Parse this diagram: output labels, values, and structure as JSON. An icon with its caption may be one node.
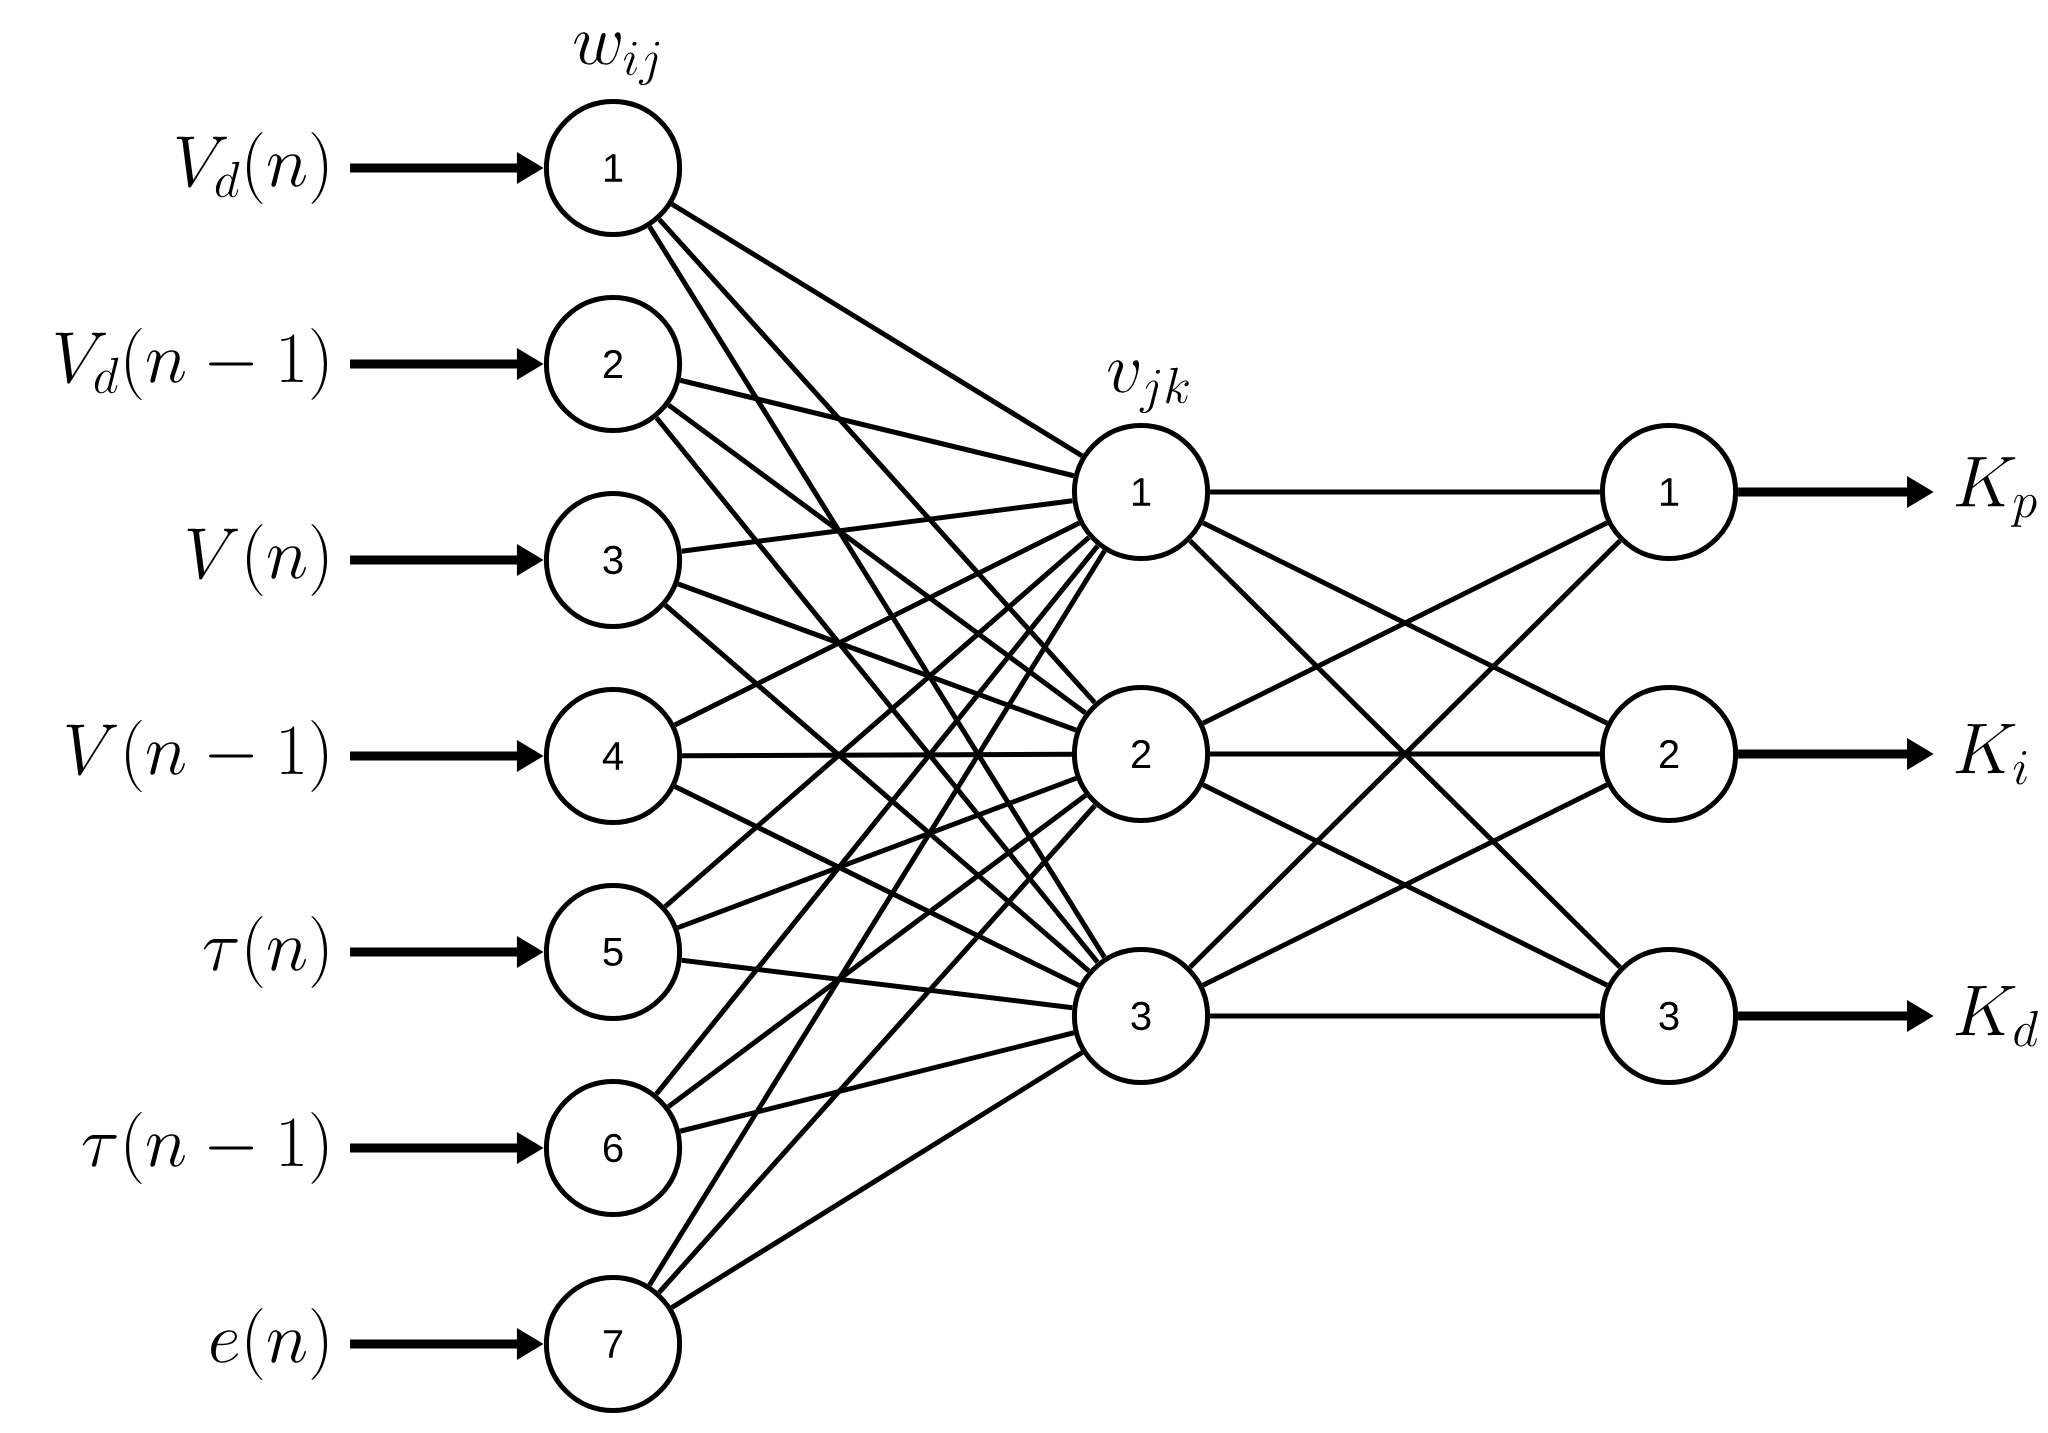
{
  "diagram": {
    "nodes": [
      {
        "text": [
          "V_d(n)"
        ]
      },
      {
        "text": [
          "V_d(n-1)"
        ]
      },
      {
        "text": [
          "V(n)"
        ]
      },
      {
        "text": [
          "V(n-1)"
        ]
      },
      {
        "text": [
          "\\tau(n)"
        ]
      },
      {
        "text": [
          "\\tau(n-1)"
        ]
      },
      {
        "text": [
          "e(n)"
        ]
      },
      {
        "text": [
          "1"
        ]
      },
      {
        "text": [
          "2"
        ]
      },
      {
        "text": [
          "3"
        ]
      },
      {
        "text": [
          "4"
        ]
      },
      {
        "text": [
          "5"
        ]
      },
      {
        "text": [
          "6"
        ]
      },
      {
        "text": [
          "7"
        ]
      },
      {
        "text": [
          "1"
        ]
      },
      {
        "text": [
          "2"
        ]
      },
      {
        "text": [
          "3"
        ]
      },
      {
        "text": [
          "1"
        ]
      },
      {
        "text": [
          "2"
        ]
      },
      {
        "text": [
          "3"
        ]
      },
      {
        "text": [
          "K_p"
        ]
      },
      {
        "text": [
          "K_i"
        ]
      },
      {
        "text": [
          "K_d"
        ]
      }
    ],
    "edges": [
      {
        "from": 0,
        "to": 7,
        "arrow": "to",
        "style": "thick"
      },
      {
        "from": 1,
        "to": 8,
        "arrow": "to",
        "style": "thick"
      },
      {
        "from": 2,
        "to": 9,
        "arrow": "to",
        "style": "thick"
      },
      {
        "from": 3,
        "to": 10,
        "arrow": "to",
        "style": "thick"
      },
      {
        "from": 4,
        "to": 11,
        "arrow": "to",
        "style": "thick"
      },
      {
        "from": 5,
        "to": 12,
        "arrow": "to",
        "style": "thick"
      },
      {
        "from": 6,
        "to": 13,
        "arrow": "to",
        "style": "thick"
      },
      {
        "from": 7,
        "to": 14,
        "arrow": "none"
      },
      {
        "from": 7,
        "to": 15,
        "arrow": "none"
      },
      {
        "from": 7,
        "to": 16,
        "arrow": "none"
      },
      {
        "from": 8,
        "to": 14,
        "arrow": "none"
      },
      {
        "from": 8,
        "to": 15,
        "arrow": "none"
      },
      {
        "from": 8,
        "to": 16,
        "arrow": "none"
      },
      {
        "from": 9,
        "to": 14,
        "arrow": "none"
      },
      {
        "from": 9,
        "to": 15,
        "arrow": "none"
      },
      {
        "from": 9,
        "to": 16,
        "arrow": "none"
      },
      {
        "from": 10,
        "to": 14,
        "arrow": "none"
      },
      {
        "from": 10,
        "to": 15,
        "arrow": "none"
      },
      {
        "from": 10,
        "to": 16,
        "arrow": "none"
      },
      {
        "from": 11,
        "to": 14,
        "arrow": "none"
      },
      {
        "from": 11,
        "to": 15,
        "arrow": "none"
      },
      {
        "from": 11,
        "to": 16,
        "arrow": "none"
      },
      {
        "from": 12,
        "to": 14,
        "arrow": "none"
      },
      {
        "from": 12,
        "to": 15,
        "arrow": "none"
      },
      {
        "from": 12,
        "to": 16,
        "arrow": "none"
      },
      {
        "from": 13,
        "to": 14,
        "arrow": "none"
      },
      {
        "from": 13,
        "to": 15,
        "arrow": "none"
      },
      {
        "from": 13,
        "to": 16,
        "arrow": "none"
      },
      {
        "from": 14,
        "to": 17,
        "arrow": "none"
      },
      {
        "from": 14,
        "to": 18,
        "arrow": "none"
      },
      {
        "from": 14,
        "to": 19,
        "arrow": "none"
      },
      {
        "from": 15,
        "to": 17,
        "arrow": "none"
      },
      {
        "from": 15,
        "to": 18,
        "arrow": "none"
      },
      {
        "from": 15,
        "to": 19,
        "arrow": "none"
      },
      {
        "from": 16,
        "to": 17,
        "arrow": "none"
      },
      {
        "from": 16,
        "to": 18,
        "arrow": "none"
      },
      {
        "from": 16,
        "to": 19,
        "arrow": "none"
      },
      {
        "from": 17,
        "to": 20,
        "arrow": "to",
        "style": "thick"
      },
      {
        "from": 18,
        "to": 21,
        "arrow": "to",
        "style": "thick"
      },
      {
        "from": 19,
        "to": 22,
        "arrow": "to",
        "style": "thick"
      }
    ],
    "labels": [
      "w_{ij}",
      "v_{jk}"
    ]
  }
}
